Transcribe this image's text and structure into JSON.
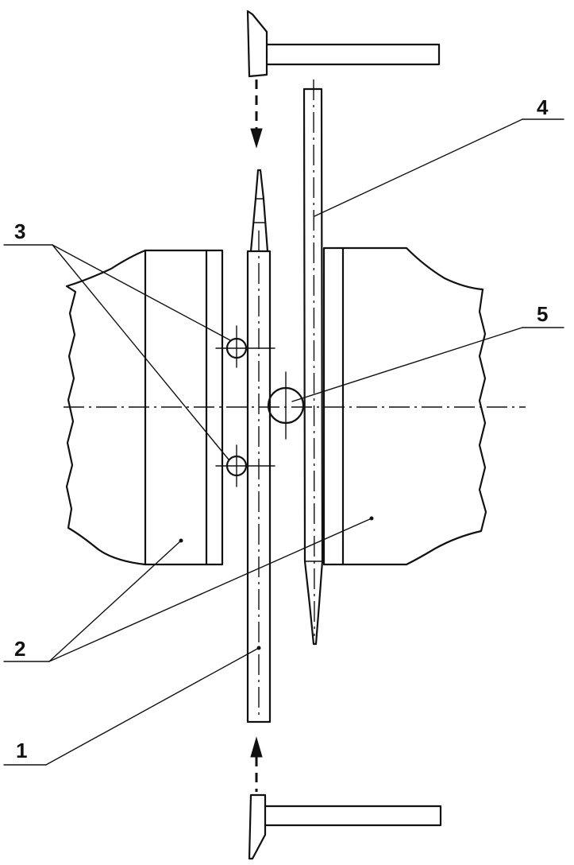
{
  "labels": {
    "rod": "1",
    "blocks": "2",
    "pins": "3",
    "blade": "4",
    "center_pin": "5"
  },
  "icons": {
    "top_hammer": "hammer-icon",
    "bottom_hammer": "hammer-icon",
    "top_arrow": "arrow-down-icon",
    "bottom_arrow": "arrow-up-icon"
  },
  "colors": {
    "ink": "#111111",
    "background": "#ffffff"
  }
}
